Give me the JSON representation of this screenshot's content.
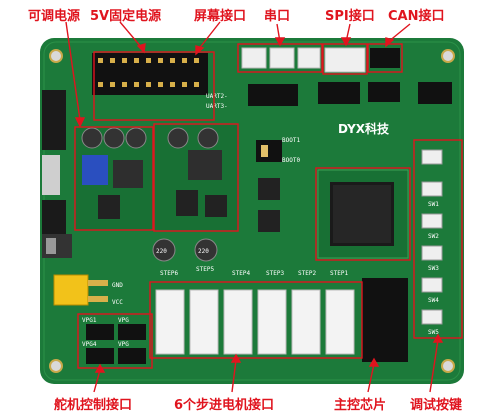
{
  "colors": {
    "annotation": "#e0141e",
    "pcb": "#1c7a3a",
    "pcb_dark": "#145e2c",
    "silkscreen": "#ffffff",
    "box_outline": "#e0141e"
  },
  "labels": {
    "adjustable_power": "可调电源",
    "fixed_5v_power": "5V固定电源",
    "screen_port": "屏幕接口",
    "serial_port": "串口",
    "spi_port": "SPI接口",
    "can_port": "CAN接口",
    "servo_control_port": "舵机控制接口",
    "stepper_motor_ports": "6个步进电机接口",
    "main_chip": "主控芯片",
    "debug_buttons": "调试按键"
  },
  "silkscreen": {
    "brand": "DYX科技",
    "boot1": "BOOT1",
    "boot0": "BOOT0",
    "gnd": "GND",
    "vcc": "VCC",
    "vpg1": "VPG1",
    "vpg": "VPG",
    "vpg4": "VPG4",
    "vpg2": "VPG",
    "uart2": "UART2-",
    "uart3": "UART3-",
    "cap1": "220",
    "cap2": "220",
    "steppers": [
      "STEP6",
      "STEP5",
      "STEP4",
      "STEP3",
      "STEP2",
      "STEP1"
    ],
    "switches": [
      "SW1",
      "SW2",
      "SW3",
      "SW4",
      "SW5"
    ]
  }
}
